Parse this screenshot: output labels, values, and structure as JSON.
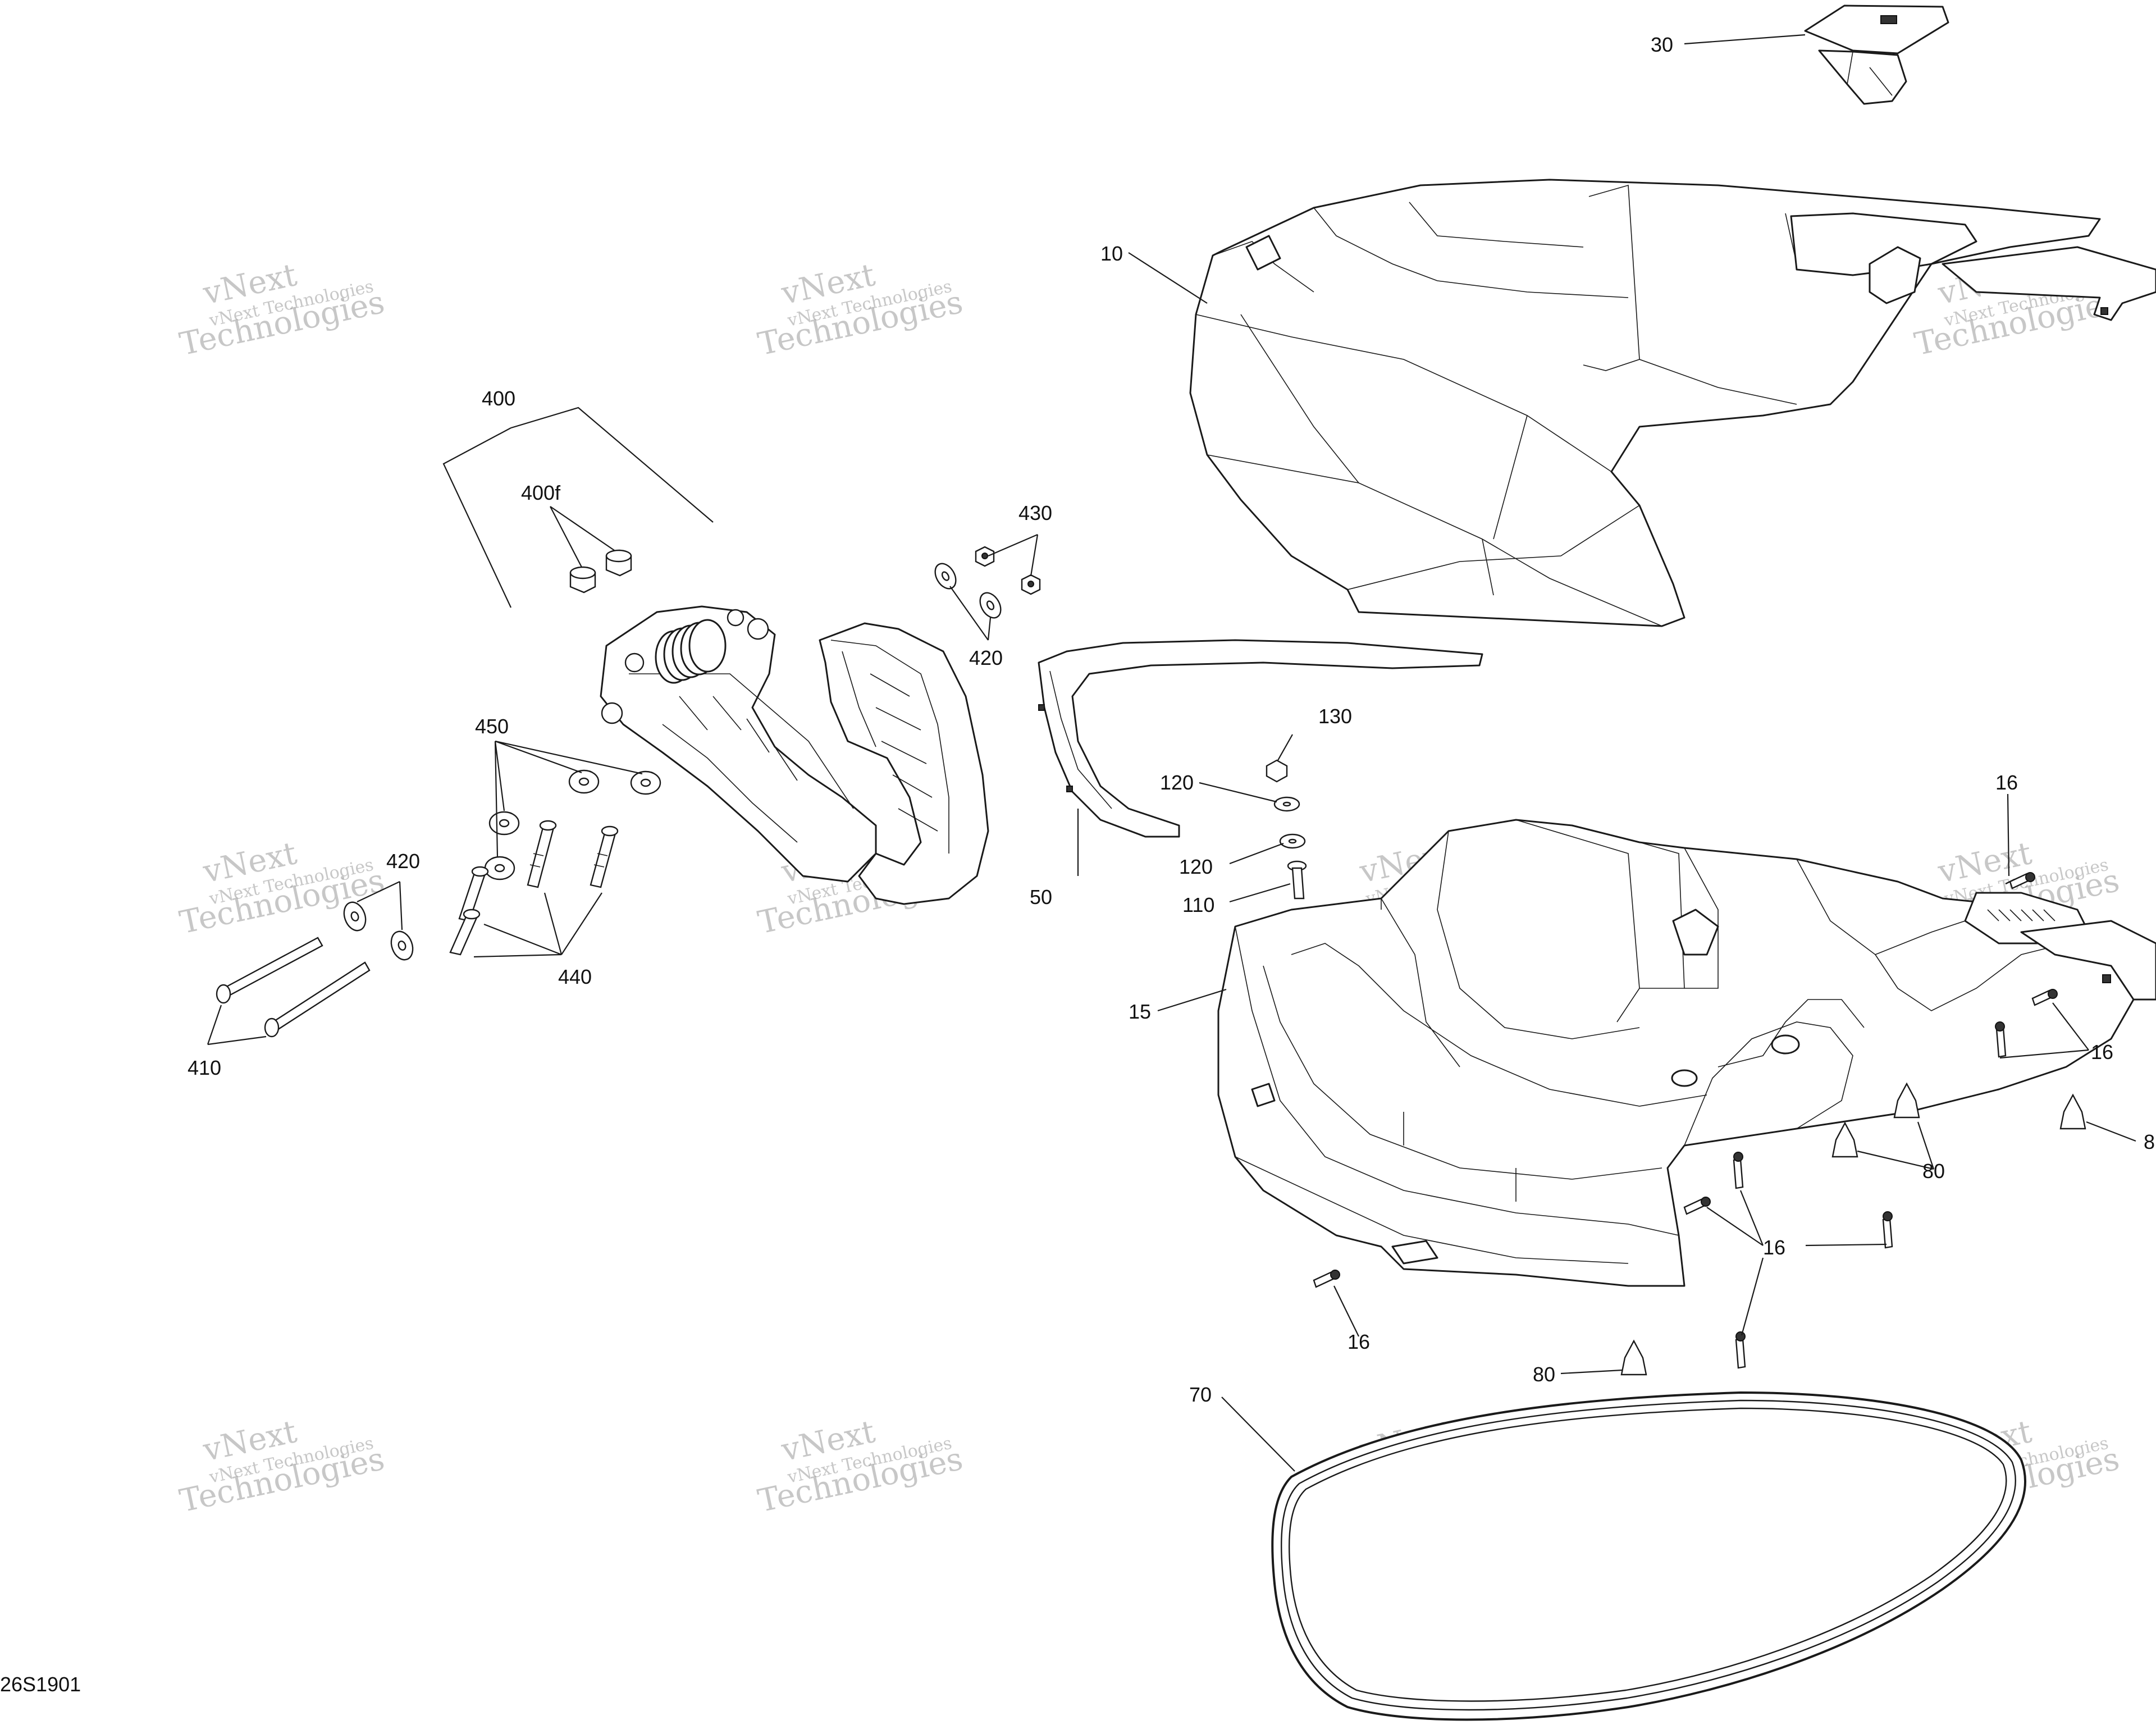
{
  "drawing_code": "26S1901",
  "watermark": {
    "line1": "vNext",
    "line2": "vNext Technologies",
    "line3": "Technologies"
  },
  "callouts": {
    "c10": "10",
    "c15": "15",
    "c16a": "16",
    "c16b": "16",
    "c16c": "16",
    "c16d": "16",
    "c30": "30",
    "c50": "50",
    "c70": "70",
    "c80a": "80",
    "c80b": "80",
    "c80c": "8",
    "c110": "110",
    "c120a": "120",
    "c120b": "120",
    "c130": "130",
    "c400": "400",
    "c400f": "400f",
    "c410": "410",
    "c420a": "420",
    "c420b": "420",
    "c430": "430",
    "c440": "440",
    "c450": "450"
  }
}
